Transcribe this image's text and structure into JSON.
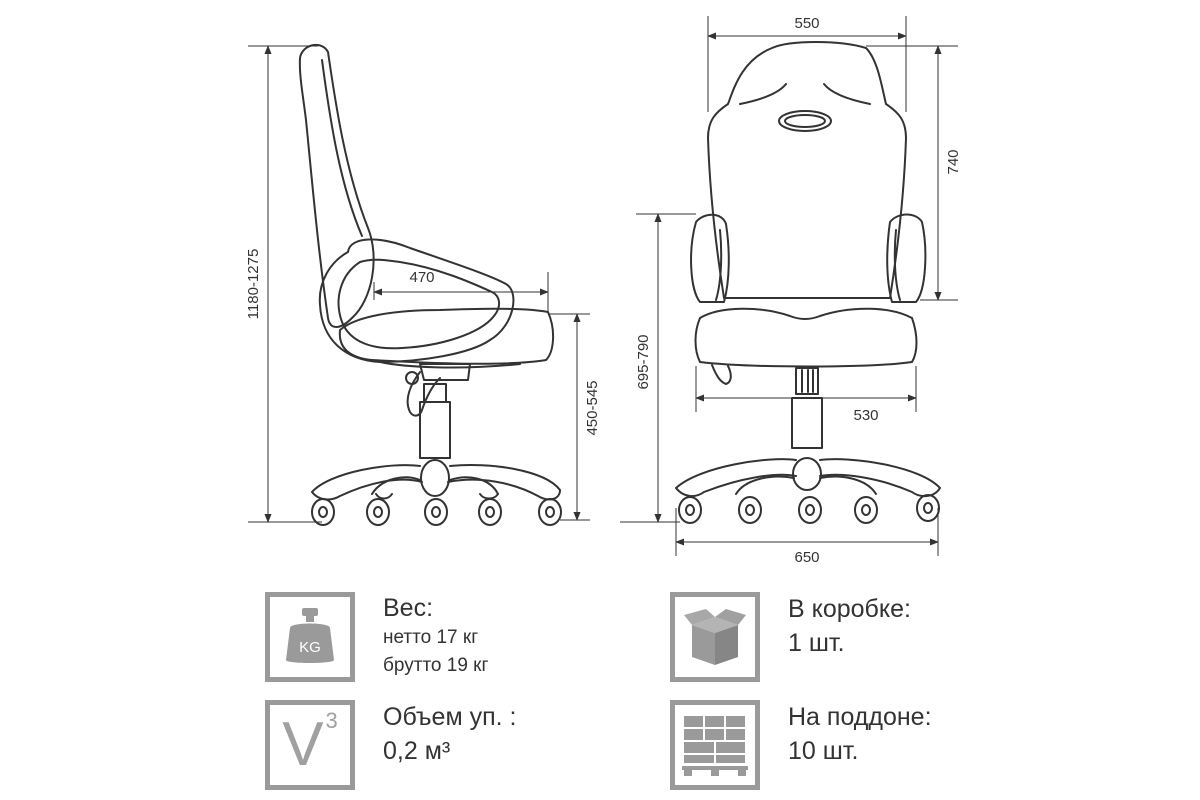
{
  "dimensions": {
    "side_total_height": "1180-1275",
    "side_seat_depth": "470",
    "side_seat_height": "450-545",
    "front_width": "550",
    "front_back_height": "740",
    "front_armrest_height": "695-790",
    "front_seat_width": "530",
    "front_base_width": "650"
  },
  "specs": {
    "weight": {
      "title": "Вес:",
      "net": "нетто 17 кг",
      "gross": "брутто 19 кг",
      "icon_label": "KG",
      "icon": "weight-icon"
    },
    "box": {
      "title": "В коробке:",
      "value": "1 шт.",
      "icon": "box-icon"
    },
    "volume": {
      "title": "Объем уп. :",
      "value": "0,2 м³",
      "icon_letter": "V",
      "icon_exp": "3",
      "icon": "volume-icon"
    },
    "pallet": {
      "title": "На поддоне:",
      "value": "10 шт.",
      "icon": "pallet-icon"
    }
  },
  "colors": {
    "line": "#333333",
    "icon_gray": "#9a9a9a",
    "text": "#333333"
  }
}
